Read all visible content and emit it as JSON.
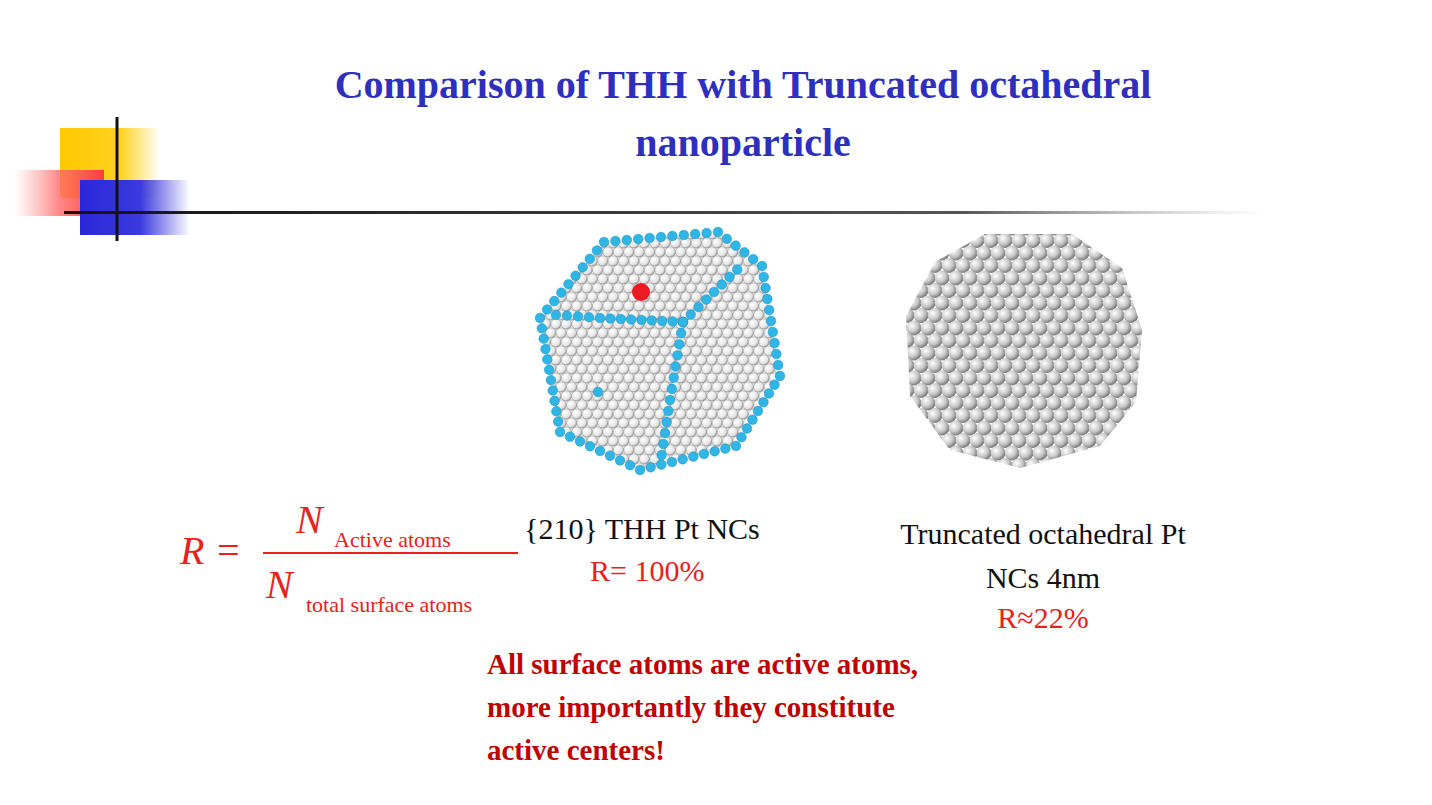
{
  "diagram": {
    "title": "Comparison of THH with Truncated octahedral nanoparticle",
    "labels": [
      "R =",
      "N",
      "Active atoms",
      "N",
      "total surface atoms",
      "{210} THH Pt NCs",
      "R= 100%",
      "Truncated octahedral Pt NCs 4nm",
      "R≈22%",
      "All surface atoms are active atoms, more importantly they constitute active centers!"
    ]
  }
}
